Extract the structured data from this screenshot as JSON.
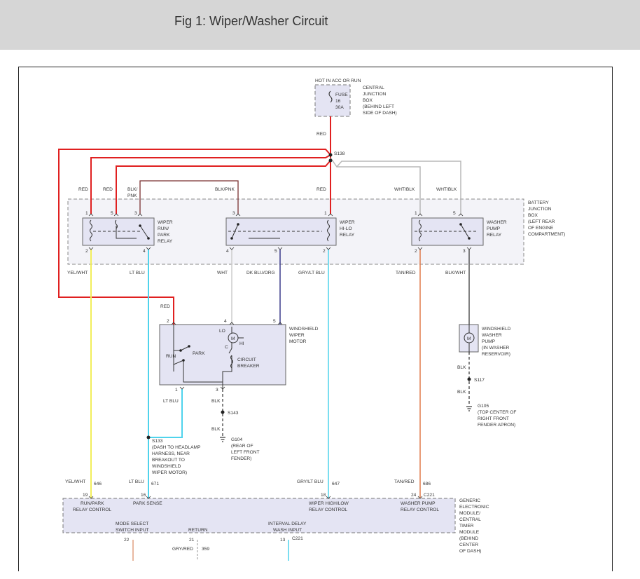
{
  "page": {
    "title": "Fig 1: Wiper/Washer Circuit"
  },
  "colors": {
    "red": "#e02020",
    "yellow": "#f2ee5a",
    "cyan": "#4fd3ec",
    "gray": "#b8b8b8",
    "blue": "#3a3a8a",
    "tan": "#e07a4a",
    "brown": "#7a3030",
    "dark": "#555555",
    "box_fill": "#e4e4f3",
    "dash_fill": "#f3f3f8"
  },
  "fuse": {
    "hot_label": "HOT IN ACC OR RUN",
    "name": "FUSE",
    "number": "16",
    "rating": "30A",
    "box_lines": [
      "CENTRAL",
      "JUNCTION",
      "BOX",
      "(BEHIND LEFT",
      "SIDE OF DASH)"
    ],
    "wire_label": "RED"
  },
  "splice_s138": "S138",
  "battery_box": {
    "lines": [
      "BATTERY",
      "JUNCTION",
      "BOX",
      "(LEFT REAR",
      "OF ENGINE",
      "COMPARTMENT)"
    ]
  },
  "relay_run_park": {
    "lines": [
      "WIPER",
      "RUN/",
      "PARK",
      "RELAY"
    ],
    "pins": [
      "1",
      "5",
      "3",
      "2",
      "4"
    ],
    "wires_top": [
      "RED",
      "RED",
      "BLK/",
      "PNK"
    ],
    "wires_bottom": [
      "YEL/WHT",
      "LT BLU"
    ]
  },
  "relay_hi_lo": {
    "lines": [
      "WIPER",
      "HI-LO",
      "RELAY"
    ],
    "pins": [
      "3",
      "1",
      "4",
      "5",
      "2"
    ],
    "wires_top": [
      "BLK/PNK",
      "RED"
    ],
    "wires_bottom": [
      "WHT",
      "DK BLU/ORG",
      "GRY/LT BLU"
    ]
  },
  "relay_washer": {
    "lines": [
      "WASHER",
      "PUMP",
      "RELAY"
    ],
    "pins": [
      "1",
      "5",
      "2",
      "3"
    ],
    "wires_top": [
      "WHT/BLK",
      "WHT/BLK"
    ],
    "wires_bottom": [
      "TAN/RED",
      "BLK/WHT"
    ]
  },
  "wiper_motor": {
    "lines": [
      "WINDSHIELD",
      "WIPER",
      "MOTOR"
    ],
    "pins": [
      "2",
      "4",
      "5",
      "1",
      "3"
    ],
    "lo": "LO",
    "hi": "HI",
    "c": "C",
    "m": "M",
    "run": "RUN",
    "park": "PARK",
    "breaker": [
      "CIRCUIT",
      "BREAKER"
    ],
    "wire_red": "RED",
    "wire_lt_blu": "LT BLU",
    "wire_blk": "BLK",
    "splice": "S143",
    "wire_blk2": "BLK",
    "ground": "G104",
    "ground_lines": [
      "(REAR OF",
      "LEFT FRONT",
      "FENDER)"
    ]
  },
  "washer_pump": {
    "lines": [
      "WINDSHIELD",
      "WASHER",
      "PUMP",
      "(IN WASHER",
      "RESERVOIR)"
    ],
    "m": "M",
    "wire_blk": "BLK",
    "splice": "S117",
    "wire_blk2": "BLK",
    "ground": "G105",
    "ground_lines": [
      "(TOP CENTER OF",
      "RIGHT FRONT",
      "FENDER APRON)"
    ]
  },
  "s133": {
    "name": "S133",
    "lines": [
      "(DASH TO HEADLAMP",
      "HARNESS, NEAR",
      "BREAKOUT TO",
      "WINDSHIELD",
      "WIPER MOTOR)"
    ]
  },
  "gem": {
    "lines": [
      "GENERIC",
      "ELECTRONIC",
      "MODULE/",
      "CENTRAL",
      "TIMER",
      "MODULE",
      "(BEHIND",
      "CENTER",
      "OF DASH)"
    ],
    "inputs": [
      {
        "wire": "YEL/WHT",
        "circuit": "646",
        "pin": "19",
        "label": [
          "RUN/PARK",
          "RELAY CONTROL"
        ]
      },
      {
        "wire": "LT BLU",
        "circuit": "671",
        "pin": "16",
        "label": [
          "PARK SENSE"
        ]
      },
      {
        "wire": "GRY/LT BLU",
        "circuit": "647",
        "pin": "18",
        "label": [
          "WIPER HIGH/LOW",
          "RELAY CONTROL"
        ]
      },
      {
        "wire": "TAN/RED",
        "circuit": "686",
        "pin": "24",
        "label": [
          "WASHER PUMP",
          "RELAY CONTROL"
        ]
      }
    ],
    "connector": "C221",
    "bottom": [
      {
        "label": [
          "MODE SELECT",
          "SWITCH INPUT"
        ],
        "pin": "22"
      },
      {
        "label": [
          "RETURN"
        ],
        "pin": "21",
        "wire": "GRY/RED",
        "circuit": "359"
      },
      {
        "label": [
          "INTERVAL DELAY",
          "WASH INPUT"
        ],
        "pin": "13",
        "connector": "C221"
      }
    ]
  }
}
